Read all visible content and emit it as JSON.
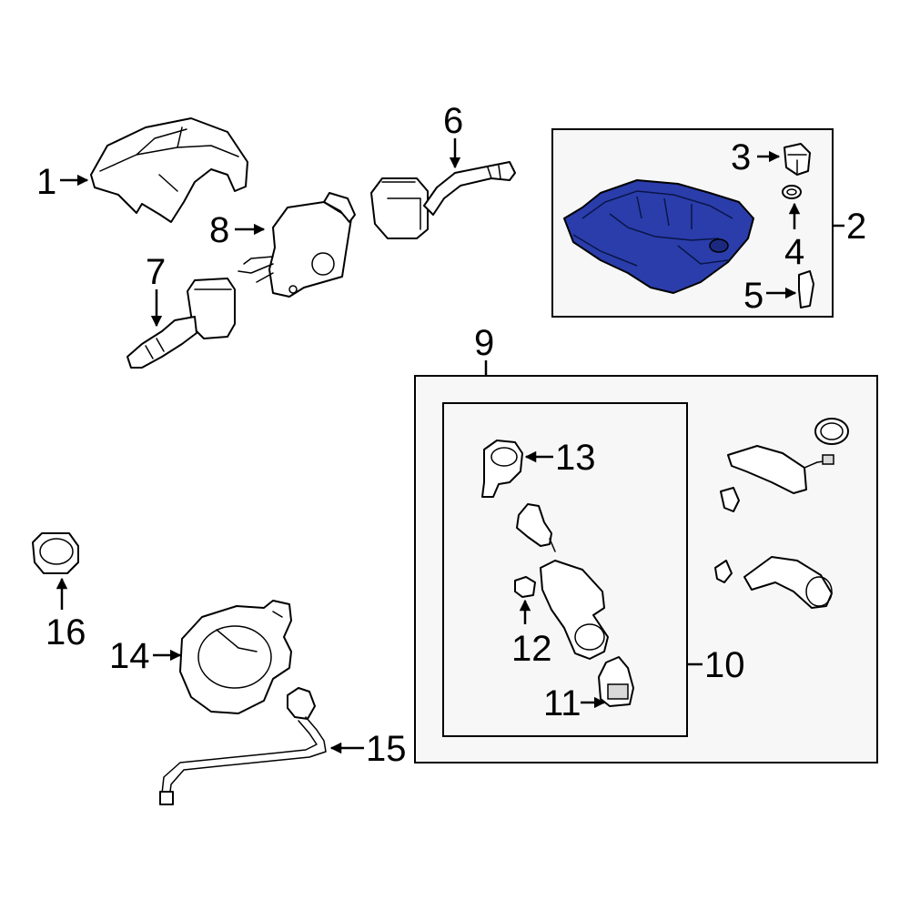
{
  "diagram": {
    "callouts": {
      "c1": "1",
      "c2": "2",
      "c3": "3",
      "c4": "4",
      "c5": "5",
      "c6": "6",
      "c7": "7",
      "c8": "8",
      "c9": "9",
      "c10": "10",
      "c11": "11",
      "c12": "12",
      "c13": "13",
      "c14": "14",
      "c15": "15",
      "c16": "16"
    },
    "colors": {
      "highlight": "#2a3dab",
      "box_fill": "#f7f7f7",
      "line": "#000000"
    }
  }
}
